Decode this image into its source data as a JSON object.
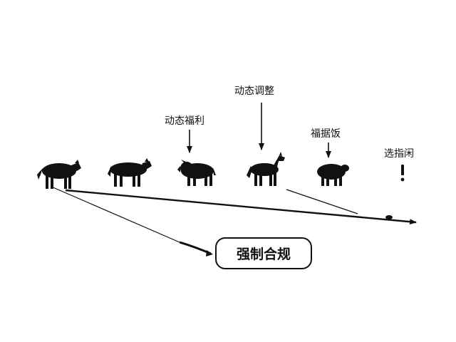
{
  "labels": {
    "top": "动态调整",
    "left": "动态福利",
    "middle": "福据饭",
    "right": "选指闲"
  },
  "box_label": "强制合规",
  "colors": {
    "ink": "#111111",
    "background": "#ffffff"
  },
  "icons": [
    "cow-icon",
    "cow-icon",
    "buffalo-icon",
    "horse-icon",
    "sheep-icon",
    "exclamation-icon"
  ]
}
